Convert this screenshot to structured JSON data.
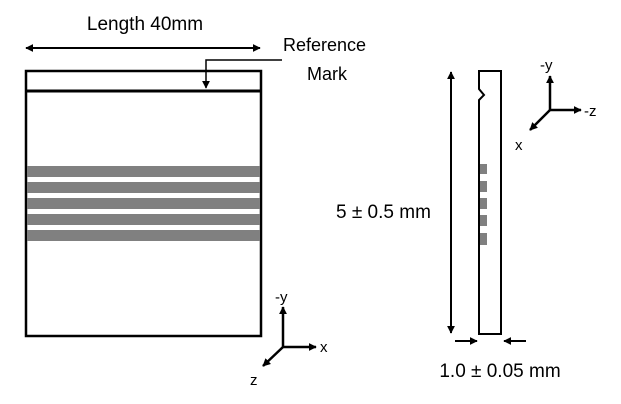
{
  "front_view": {
    "length_label": "Length 40mm",
    "reference_label_line1": "Reference",
    "reference_label_line2": "Mark",
    "stripe_color": "#808080",
    "axes": {
      "up": "-y",
      "right": "x",
      "diag": "z"
    }
  },
  "side_view": {
    "height_label": "5 ± 0.5 mm",
    "thickness_label": "1.0 ± 0.05 mm",
    "stripe_color": "#808080",
    "axes": {
      "up": "-y",
      "right": "-z",
      "diag": "x"
    }
  }
}
